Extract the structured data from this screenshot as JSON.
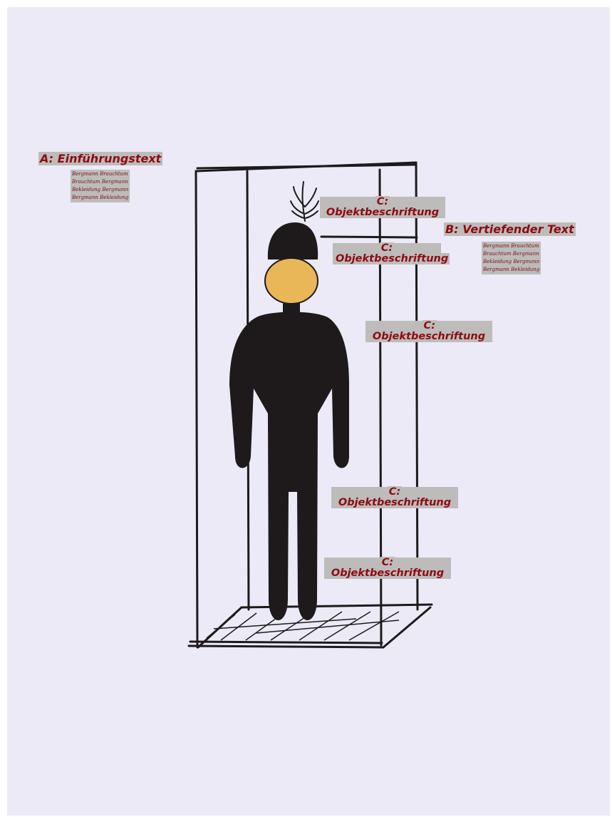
{
  "labels": {
    "a_heading": "A: Einführungstext",
    "b_heading": "B: Vertiefender Text",
    "object_label_line1": "C:",
    "object_label_line2": "Objektbeschriftung"
  },
  "sample_text_a": [
    "Bergmann Brauchtum",
    "Brauchtum Bergmann",
    "Bekleidung Bergmann",
    "Bergmann Bekleidung"
  ],
  "sample_text_b": [
    "Bergmann Brauchtum",
    "Brauchtum Bergmann",
    "Bekleidung Bergmann",
    "Bergmann Bekleidung"
  ],
  "colors": {
    "label_text": "#8e0b12",
    "label_highlight": "#bdbcbb",
    "paper": "#ebeaf6",
    "ink": "#1e1a1b",
    "face": "#eab758"
  }
}
